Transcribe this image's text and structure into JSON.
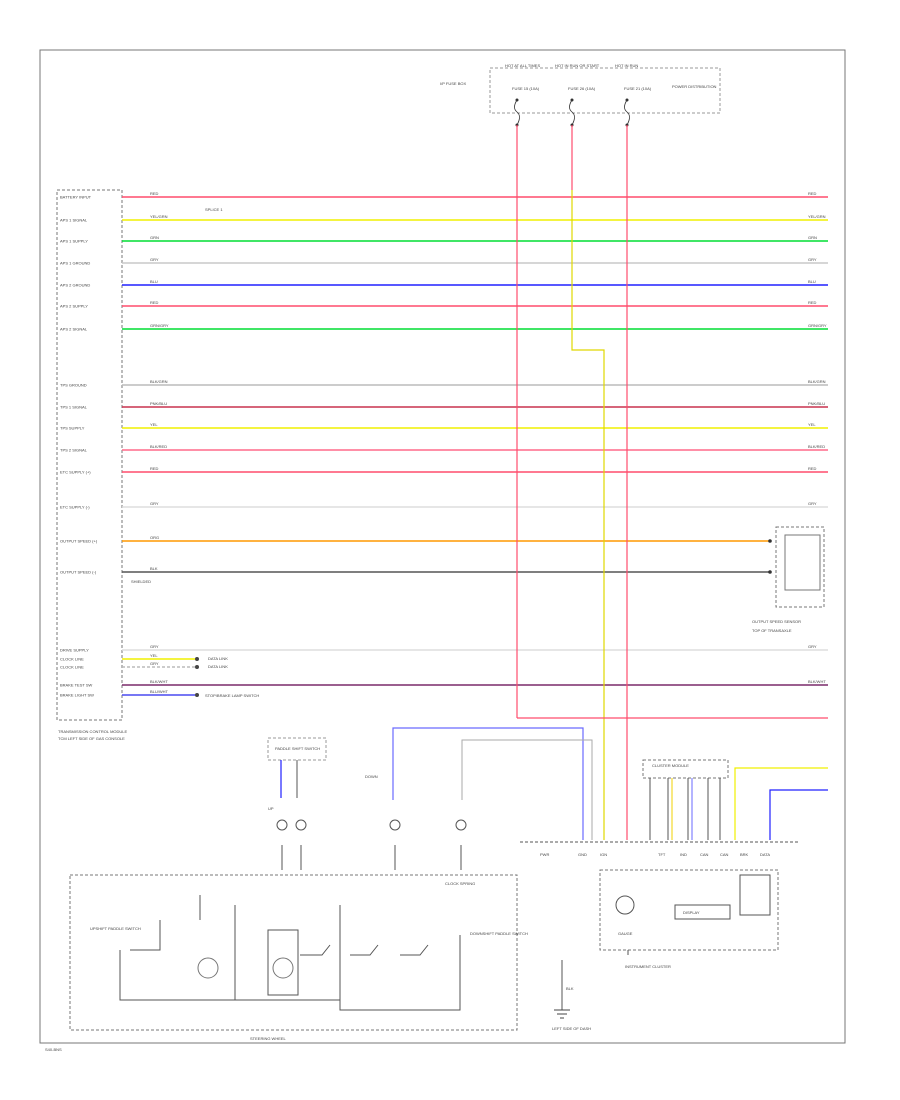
{
  "frame_code": "S40-BNS",
  "power_labels": [
    "HOT AT ALL TIMES",
    "HOT IN RUN OR START",
    "HOT IN RUN"
  ],
  "fuses": [
    {
      "name": "FUSE 15 (10A)",
      "wire": "RED"
    },
    {
      "name": "FUSE 26 (10A)",
      "wire": "RED"
    },
    {
      "name": "FUSE 21 (10A)",
      "wire": "RED"
    }
  ],
  "fuse_box_label": "I/P FUSE BOX",
  "power_distribution_label": "POWER DISTRIBUTION",
  "tcm": {
    "label": "TRANSMISSION CONTROL MODULE",
    "pins": [
      {
        "name": "BATTERY INPUT",
        "wire": "RED",
        "color": "#ff4d6d"
      },
      {
        "name": "APS 1 SIGNAL",
        "wire": "YEL/GRN",
        "color": "#f0f000"
      },
      {
        "name": "APS 1 SUPPLY",
        "wire": "GRN",
        "color": "#00dd33"
      },
      {
        "name": "APS 1 GROUND",
        "wire": "GRY",
        "color": "#c8c8c8"
      },
      {
        "name": "APS 2 GROUND",
        "wire": "BLU",
        "color": "#2020ff"
      },
      {
        "name": "APS 2 SUPPLY",
        "wire": "RED",
        "color": "#ff4d6d"
      },
      {
        "name": "APS 2 SIGNAL",
        "wire": "GRN/GRY",
        "color": "#00dd33"
      },
      {
        "name": "TPS GROUND",
        "wire": "BLK/GRN",
        "color": "#bbbbbb"
      },
      {
        "name": "TPS 1 SIGNAL",
        "wire": "PNK/BLU",
        "color": "#c8324f"
      },
      {
        "name": "TPS SUPPLY",
        "wire": "YEL",
        "color": "#f0f000"
      },
      {
        "name": "TPS 2 SIGNAL",
        "wire": "BLK/RED",
        "color": "#ff6a8a"
      },
      {
        "name": "ETC SUPPLY (+)",
        "wire": "RED",
        "color": "#ff4d6d"
      },
      {
        "name": "ETC SUPPLY (-)",
        "wire": "GRY",
        "color": "#dddddd"
      },
      {
        "name": "OUTPUT SPEED (+)",
        "wire": "ORG",
        "color": "#ff9900"
      },
      {
        "name": "OUTPUT SPEED (-)",
        "wire": "BLK",
        "color": "#555555"
      },
      {
        "name": "DRIVE SUPPLY",
        "wire": "GRY",
        "color": "#dddddd"
      },
      {
        "name": "CLOCK LINE",
        "wire": "YEL",
        "color": "#f0f000"
      },
      {
        "name": "CLOCK LINE",
        "wire": "GRY",
        "color": "#bbbbbb"
      },
      {
        "name": "BRAKE TEST SW",
        "wire": "BLK/WHT",
        "color": "#7a2a6a"
      },
      {
        "name": "BRAKE LIGHT SW",
        "wire": "BLU/WHT",
        "color": "#4a4af0"
      }
    ]
  },
  "side_notes": {
    "shielded": "SHIELDED",
    "splice_1": "SPLICE 1",
    "data_link": "DATA LINK",
    "data_links_2": "DATA LINK",
    "brake_switch": "STOP/BRAKE LAMP SWITCH"
  },
  "left_ground_label": "TCM LEFT SIDE OF GAS CONSOLE",
  "output_speed_sensor": {
    "label": "OUTPUT SPEED SENSOR",
    "note": "TOP OF TRANSAXLE"
  },
  "steering_wheel": {
    "label": "STEERING WHEEL",
    "switch_label": "PADDLE SHIFT SWITCH",
    "up_label": "UP",
    "down_label": "DOWN",
    "left_text": "UPSHIFT PADDLE SWITCH",
    "right_text": "DOWNSHIFT PADDLE SWITCH"
  },
  "cluster": {
    "label": "INSTRUMENT CLUSTER",
    "module": "CLUSTER MODULE",
    "gauge": "GAUGE",
    "display": "DISPLAY",
    "pins": [
      "PWR",
      "GND",
      "IGN",
      "TFT",
      "IND",
      "CAN",
      "CAN",
      "BRK",
      "DATA"
    ]
  },
  "clock_spring_label": "CLOCK SPRING",
  "ground": {
    "wire": "BLK",
    "label": "LEFT SIDE OF DASH"
  },
  "colors": {
    "red": "#ff4d6d",
    "yellow": "#f0f000",
    "green": "#00dd33",
    "blue": "#2020ff",
    "gray": "#c8c8c8",
    "orange": "#ff9900",
    "black": "#555555"
  }
}
